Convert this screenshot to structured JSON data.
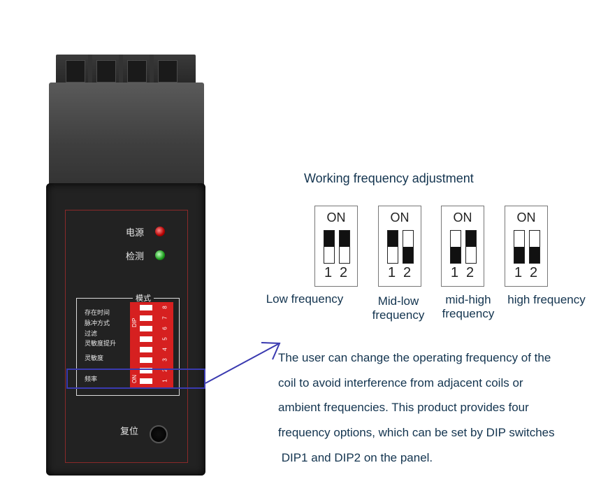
{
  "device": {
    "led_power_label": "电源",
    "led_detect_label": "检测",
    "mode_title": "模式",
    "mode_labels": [
      "存在时间",
      "脉冲方式",
      "过滤",
      "灵敏度提升",
      "灵敏度",
      "频率"
    ],
    "dip_text": "DIP",
    "dip_on_text": "ON",
    "dip_numbers": [
      "1",
      "2",
      "3",
      "4",
      "5",
      "6",
      "7",
      "8"
    ],
    "reset_label": "复位"
  },
  "diagram": {
    "heading": "Working frequency adjustment",
    "switch_on_label": "ON",
    "switch_numbers": [
      "1",
      "2"
    ],
    "settings": [
      {
        "label_lines": [
          "Low frequency"
        ],
        "dip1": "on",
        "dip2": "on"
      },
      {
        "label_lines": [
          "Mid-low",
          "frequency"
        ],
        "dip1": "on",
        "dip2": "off"
      },
      {
        "label_lines": [
          "mid-high",
          "frequency"
        ],
        "dip1": "off",
        "dip2": "on"
      },
      {
        "label_lines": [
          "high frequency"
        ],
        "dip1": "off",
        "dip2": "off"
      }
    ]
  },
  "description": {
    "lines": [
      "The user can change the operating frequency of the",
      "coil to avoid interference from adjacent coils or",
      "ambient frequencies. This product provides four",
      "frequency options, which can be set by DIP switches",
      " DIP1 and DIP2 on the panel."
    ]
  },
  "colors": {
    "text": "#13344f",
    "highlight": "#3a3ab0",
    "dip_block": "#d62020"
  }
}
